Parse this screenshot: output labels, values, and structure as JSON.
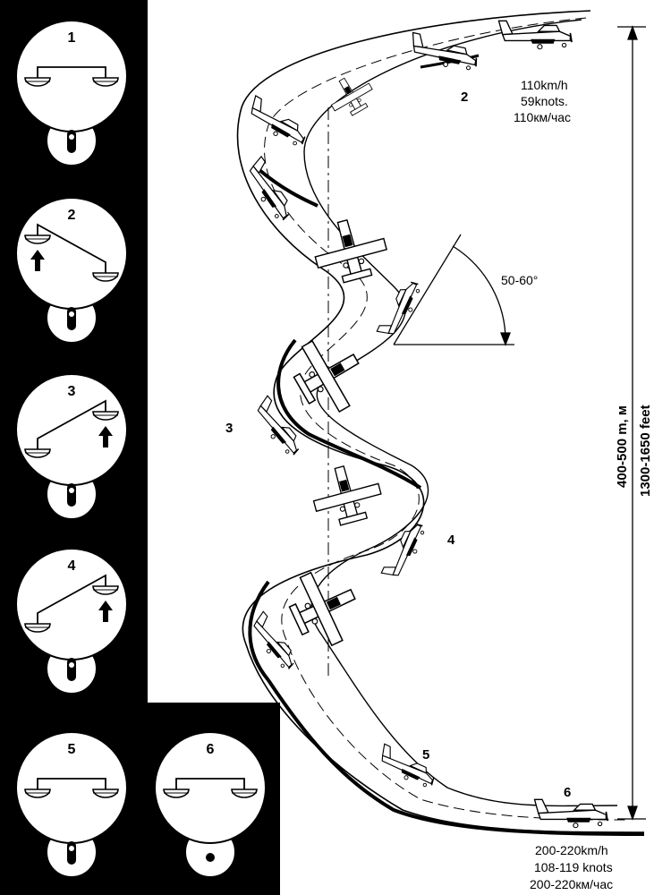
{
  "gauges": [
    {
      "label": "1",
      "bank": "level",
      "arrow": "none",
      "ball": "center"
    },
    {
      "label": "2",
      "bank": "left-up",
      "arrow": "left",
      "ball": "center"
    },
    {
      "label": "3",
      "bank": "right-up",
      "arrow": "right",
      "ball": "center"
    },
    {
      "label": "4",
      "bank": "right-up",
      "arrow": "right",
      "ball": "center"
    },
    {
      "label": "5",
      "bank": "level",
      "arrow": "none",
      "ball": "center"
    },
    {
      "label": "6",
      "bank": "level",
      "arrow": "none",
      "ball": "dot"
    }
  ],
  "stages": [
    {
      "label": "2"
    },
    {
      "label": "3"
    },
    {
      "label": "4"
    },
    {
      "label": "5"
    },
    {
      "label": "6"
    }
  ],
  "entry_speed": [
    "110km/h",
    "59knots.",
    "110км/час"
  ],
  "exit_speed": [
    "200-220km/h",
    "108-119 knots",
    "200-220км/час"
  ],
  "pitch_angle": "50-60°",
  "altitude_loss": [
    "400-500 m, м",
    "1300-1650 feet"
  ],
  "colors": {
    "ink": "#000000",
    "paper": "#ffffff"
  }
}
